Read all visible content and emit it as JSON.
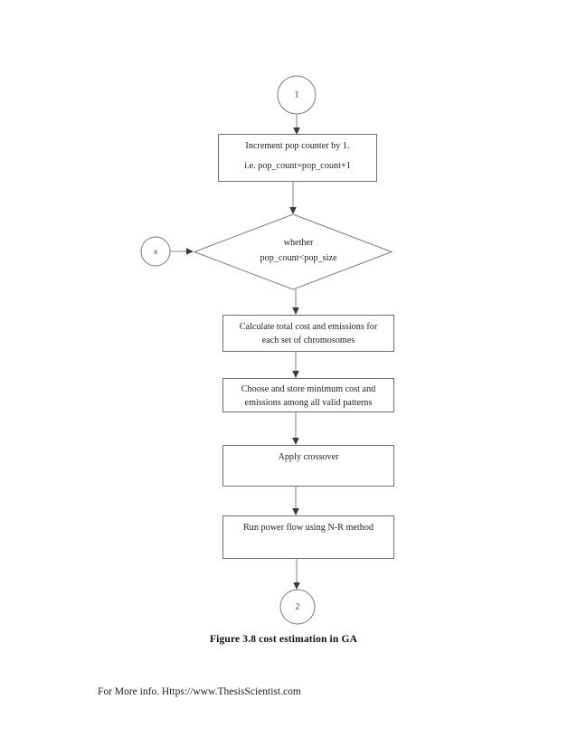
{
  "document": {
    "caption": "Figure 3.8 cost estimation in GA",
    "footer": "For More info. Https://www.ThesisScientist.com"
  },
  "flowchart": {
    "title": "cost estimation in GA",
    "colors": {
      "background": "#ffffff",
      "node_stroke": "#7a7a7a",
      "connector": "#8a8a8a",
      "arrow_head": "#3a3a3a",
      "text": "#1f1f1f"
    },
    "nodes": [
      {
        "id": "start-connector-1",
        "type": "connector-circle",
        "label": "1"
      },
      {
        "id": "increment-pop-counter",
        "type": "process",
        "line1": "Increment pop counter by 1.",
        "line2": "i.e. pop_count=pop_count+1"
      },
      {
        "id": "off-page-a",
        "type": "connector-circle",
        "label": "a"
      },
      {
        "id": "decision-pop-count",
        "type": "decision",
        "line1": "whether",
        "line2": "pop_count<pop_size"
      },
      {
        "id": "calculate-cost-emissions",
        "type": "process",
        "line1": "Calculate total cost and emissions for",
        "line2": "each set of chromosomes"
      },
      {
        "id": "choose-store-minimum",
        "type": "process",
        "line1": "Choose and store minimum cost and",
        "line2": "emissions among all valid patterns"
      },
      {
        "id": "apply-crossover",
        "type": "process",
        "line1": "Apply crossover",
        "line2": ""
      },
      {
        "id": "run-power-flow",
        "type": "process",
        "line1": "Run power flow using N-R method",
        "line2": ""
      },
      {
        "id": "end-connector-2",
        "type": "connector-circle",
        "label": "2"
      }
    ]
  }
}
